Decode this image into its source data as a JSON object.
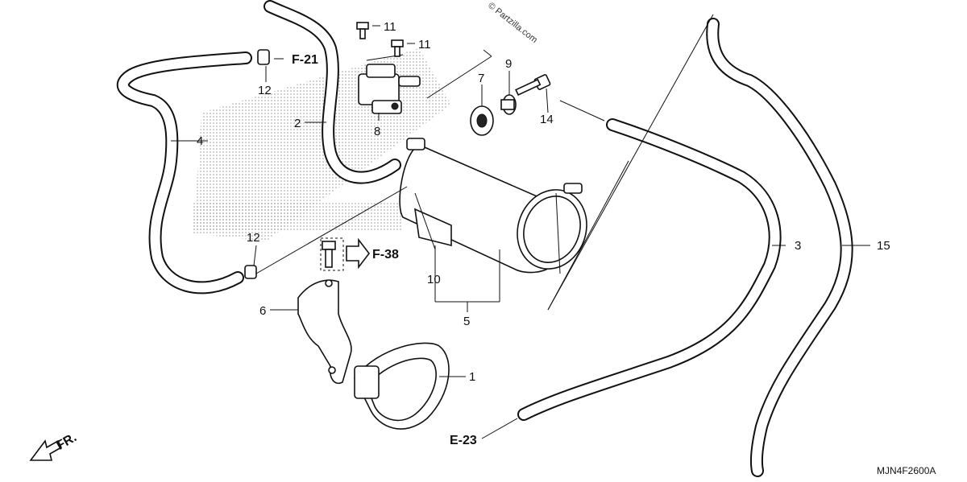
{
  "watermark": {
    "text": "© Partzilla.com"
  },
  "diagram_code": "MJN4F2600A",
  "front_indicator": {
    "label": "FR."
  },
  "references": [
    {
      "id": "f21",
      "label": "F-21"
    },
    {
      "id": "f38",
      "label": "F-38"
    },
    {
      "id": "e23",
      "label": "E-23"
    }
  ],
  "callouts": [
    {
      "id": "c1",
      "label": "1"
    },
    {
      "id": "c2",
      "label": "2"
    },
    {
      "id": "c3",
      "label": "3"
    },
    {
      "id": "c4",
      "label": "4"
    },
    {
      "id": "c5",
      "label": "5"
    },
    {
      "id": "c6",
      "label": "6"
    },
    {
      "id": "c7",
      "label": "7"
    },
    {
      "id": "c8",
      "label": "8"
    },
    {
      "id": "c9",
      "label": "9"
    },
    {
      "id": "c10",
      "label": "10"
    },
    {
      "id": "c11a",
      "label": "11"
    },
    {
      "id": "c11b",
      "label": "11"
    },
    {
      "id": "c12a",
      "label": "12"
    },
    {
      "id": "c12b",
      "label": "12"
    },
    {
      "id": "c14",
      "label": "14"
    },
    {
      "id": "c15",
      "label": "15"
    }
  ],
  "colors": {
    "line": "#111111",
    "background": "#ffffff",
    "halftone": "#9a9a9a"
  }
}
